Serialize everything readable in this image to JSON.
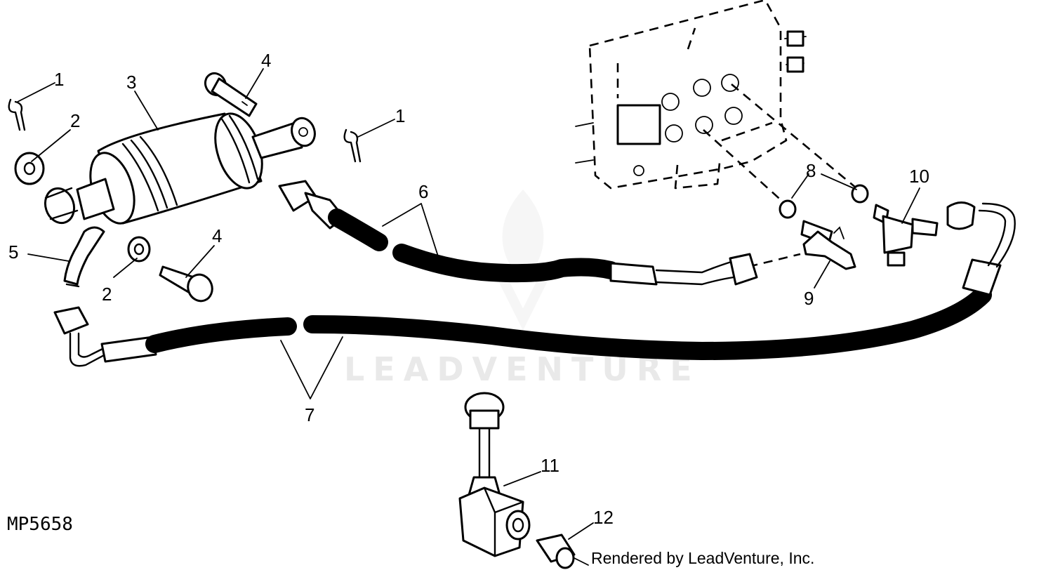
{
  "figure_id": "MP5658",
  "credit": "Rendered by LeadVenture, Inc.",
  "watermark": "LEADVENTURE",
  "callouts": [
    "1",
    "2",
    "3",
    "4",
    "4",
    "1",
    "2",
    "5",
    "6",
    "7",
    "8",
    "9",
    "10",
    "11",
    "12"
  ],
  "icons": [
    "leadventure-logo-icon"
  ],
  "colors": {
    "ink": "#000000",
    "watermark": "#e9e9e9",
    "background": "#ffffff"
  }
}
